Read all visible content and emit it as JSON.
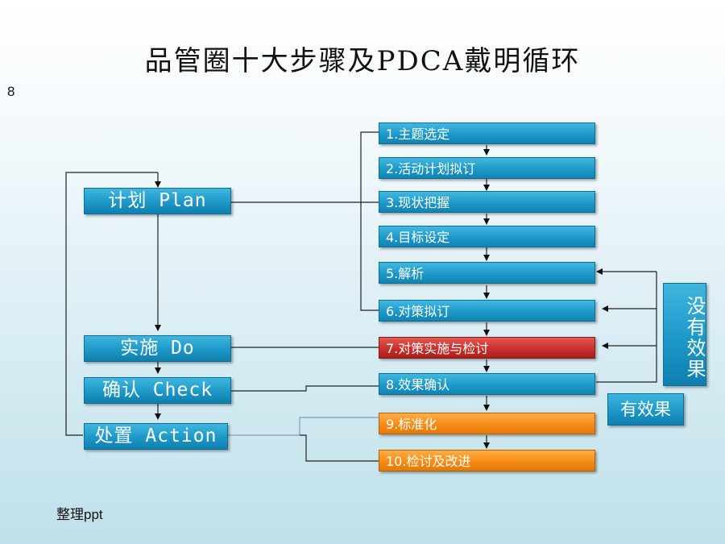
{
  "title": "品管圈十大步骤及PDCA戴明循环",
  "slide_number": "8",
  "footer": "整理ppt",
  "phases": [
    {
      "id": "plan",
      "label": "计划 Plan"
    },
    {
      "id": "do",
      "label": "实施 Do"
    },
    {
      "id": "check",
      "label": "确认 Check"
    },
    {
      "id": "action",
      "label": "处置 Action"
    }
  ],
  "steps": [
    {
      "label": "1.主题选定",
      "color": "blue"
    },
    {
      "label": "2.活动计划拟订",
      "color": "blue"
    },
    {
      "label": "3.现状把握",
      "color": "blue"
    },
    {
      "label": "4.目标设定",
      "color": "blue"
    },
    {
      "label": "5.解析",
      "color": "blue"
    },
    {
      "label": "6.对策拟订",
      "color": "blue"
    },
    {
      "label": "7.对策实施与检讨",
      "color": "red"
    },
    {
      "label": "8.效果确认",
      "color": "blue"
    },
    {
      "label": "9.标准化",
      "color": "orange"
    },
    {
      "label": "10.检讨及改进",
      "color": "orange"
    }
  ],
  "feedback": {
    "no_effect": "没有效果",
    "effect": "有效果"
  },
  "colors": {
    "blue": "#1c98c8",
    "red": "#c9302c",
    "orange": "#f78d17"
  }
}
